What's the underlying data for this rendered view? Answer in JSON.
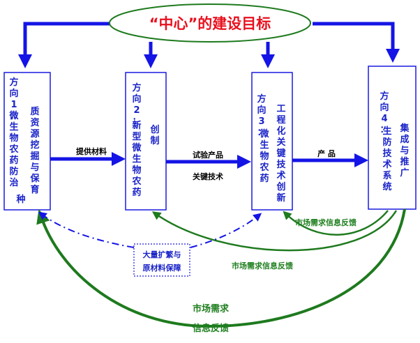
{
  "center": {
    "title": "“中心”的建设目标"
  },
  "directions": [
    {
      "heading": "方向1：",
      "col_a": "微生物农药防治",
      "col_b": "质资源挖掘与保育",
      "tail": "种"
    },
    {
      "heading": "方向2：",
      "col_a": "新型微生物农药",
      "col_b": "创制"
    },
    {
      "heading": "方向3：",
      "col_a": "微生物农药",
      "col_b": "工程化关键技术创新"
    },
    {
      "heading": "方向4：",
      "col_a": "生防技术系统",
      "col_b": "集成与推广"
    }
  ],
  "arrow_labels": {
    "a12": "提供材料",
    "a23_top": "试验产品",
    "a23_bottom": "关键技术",
    "a34": "产 品"
  },
  "feedback": {
    "f43": "市场需求信息反馈",
    "f42": "市场需求信息反馈",
    "f41_line1": "市场需求",
    "f41_line2": "信息反馈"
  },
  "support": {
    "line1": "大量扩繁与",
    "line2": "原材料保障"
  },
  "colors": {
    "blue": "#1414e6",
    "text_blue": "#1a23c8",
    "red": "#e8101e",
    "green": "#1e7a1e",
    "green_text": "#1f7f1f",
    "box_border": "#1a1ae0"
  }
}
